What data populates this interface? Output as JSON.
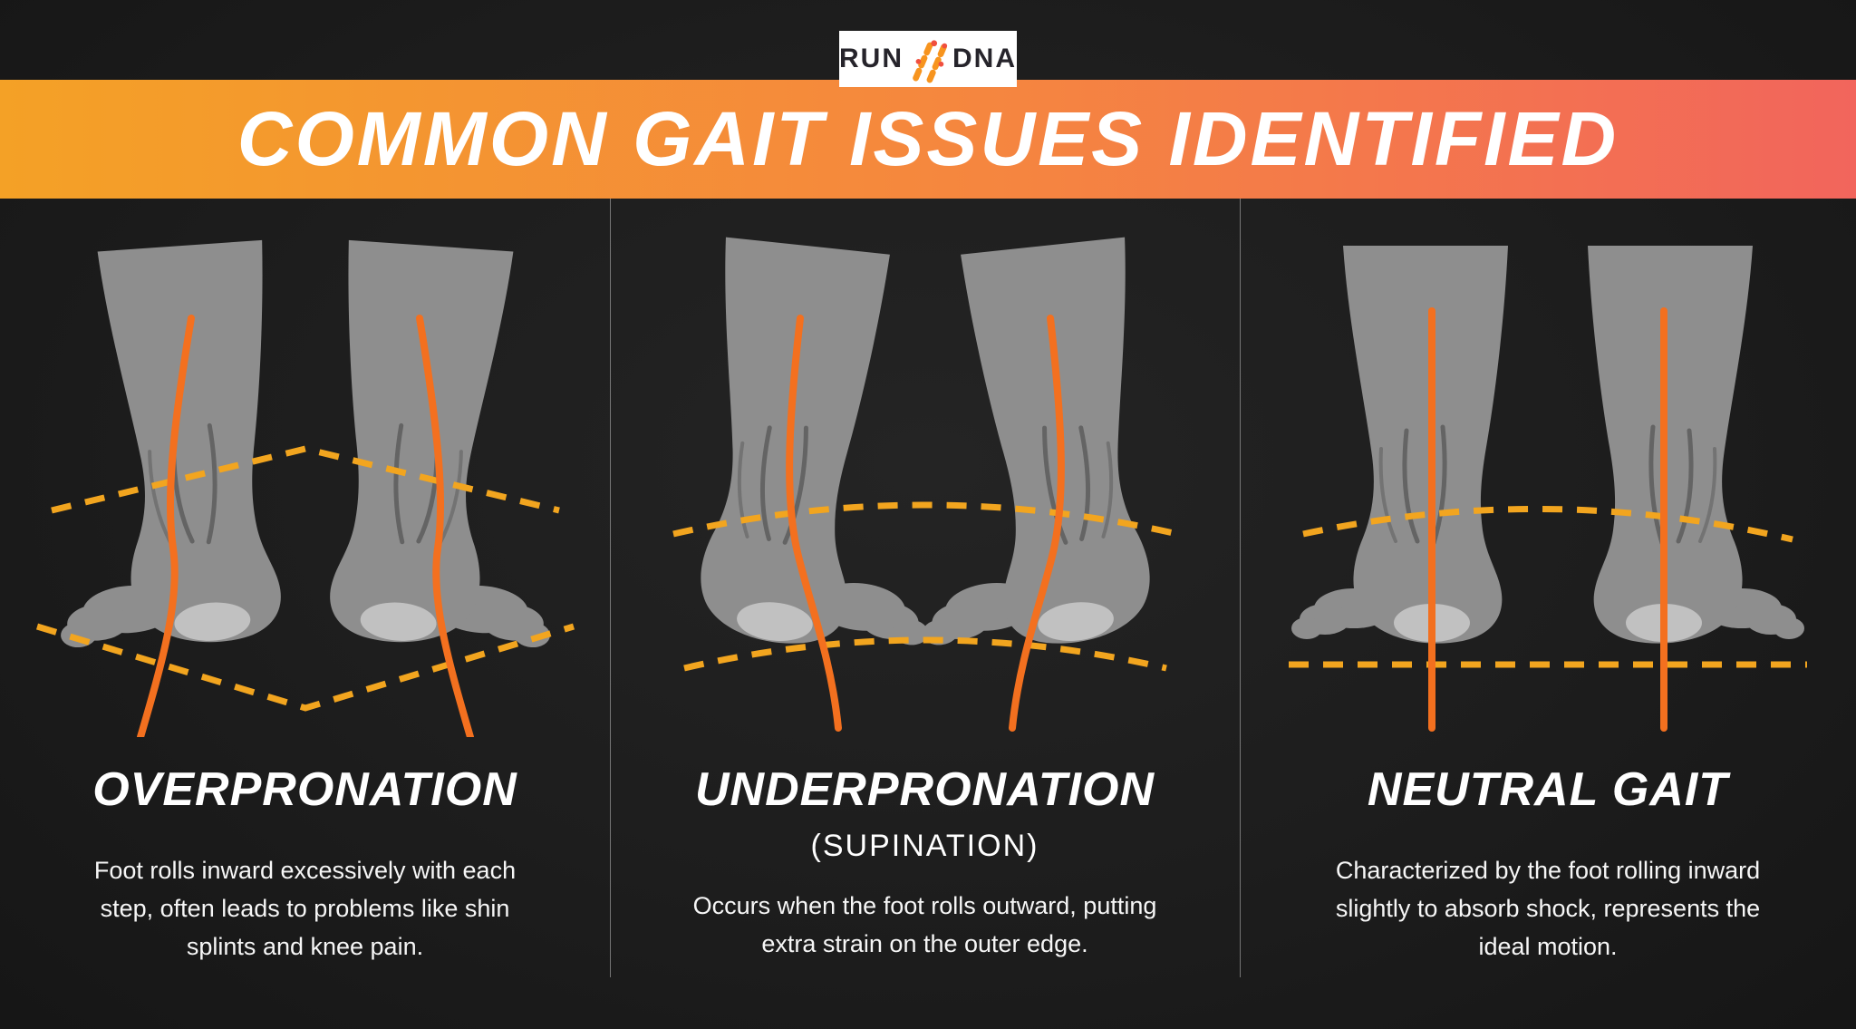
{
  "logo": {
    "left": "RUN",
    "right": "DNA"
  },
  "banner": {
    "title": "COMMON GAIT ISSUES IDENTIFIED"
  },
  "sections": [
    {
      "id": "overpronation",
      "heading": "OVERPRONATION",
      "subheading": "",
      "description": "Foot rolls inward excessively with each step, often leads to problems like shin splints and knee pain."
    },
    {
      "id": "underpronation",
      "heading": "UNDERPRONATION",
      "subheading": "(SUPINATION)",
      "description": "Occurs when the foot rolls outward, putting extra strain on the outer edge."
    },
    {
      "id": "neutral-gait",
      "heading": "NEUTRAL GAIT",
      "subheading": "",
      "description": "Characterized by the foot rolling inward slightly to absorb shock, represents the ideal motion."
    }
  ],
  "icons": {
    "dna_strand": "dna-strand-icon",
    "overpronation_figure": "feet rolling inward, alignment lines bowed, dashed guides angled",
    "underpronation_figure": "feet rolling outward, toes turned in, dashed guides arched",
    "neutral_figure": "feet straight, vertical alignment lines, level dashed guide"
  },
  "colors": {
    "background": "#1D1D1D",
    "banner_gradient_start": "#F4A126",
    "banner_gradient_mid": "#F58540",
    "banner_gradient_end": "#F2655C",
    "title_text": "#FFFFFF",
    "body_text": "#F6F6F6",
    "leg_gray": "#8E8E8E",
    "heel_pad_gray": "#C6C6C6",
    "alignment_line_orange": "#F3701F",
    "dashed_guide_yellow": "#F2A51F",
    "logo_text": "#26242B",
    "logo_icon_orange": "#F7941E",
    "logo_icon_red": "#F04F3F"
  }
}
